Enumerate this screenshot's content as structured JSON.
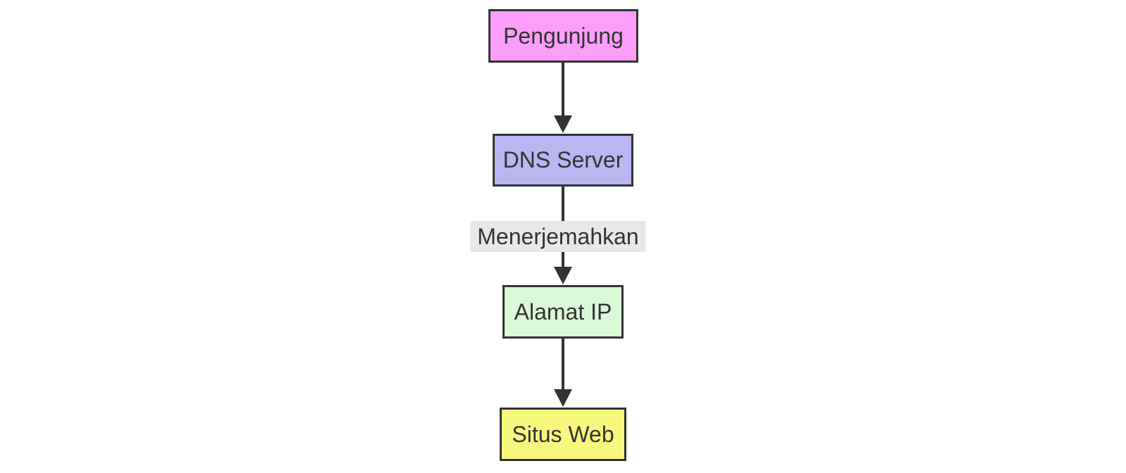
{
  "diagram": {
    "type": "flowchart",
    "direction": "top-down",
    "background_color": "#ffffff",
    "stroke_color": "#333333",
    "text_color": "#333333",
    "edge_label_background": "#e8e8e8",
    "nodes": [
      {
        "id": "pengunjung",
        "label": "Pengunjung",
        "fill": "#fc9efa",
        "stroke": "#333333"
      },
      {
        "id": "dns-server",
        "label": "DNS Server",
        "fill": "#b9b6f2",
        "stroke": "#333333"
      },
      {
        "id": "alamat-ip",
        "label": "Alamat IP",
        "fill": "#dbf8d9",
        "stroke": "#333333"
      },
      {
        "id": "situs-web",
        "label": "Situs Web",
        "fill": "#f8f87f",
        "stroke": "#333333"
      }
    ],
    "edges": [
      {
        "from": "Pengunjung",
        "to": "DNS Server",
        "label": ""
      },
      {
        "from": "DNS Server",
        "to": "Alamat IP",
        "label": "Menerjemahkan"
      },
      {
        "from": "Alamat IP",
        "to": "Situs Web",
        "label": ""
      }
    ]
  }
}
